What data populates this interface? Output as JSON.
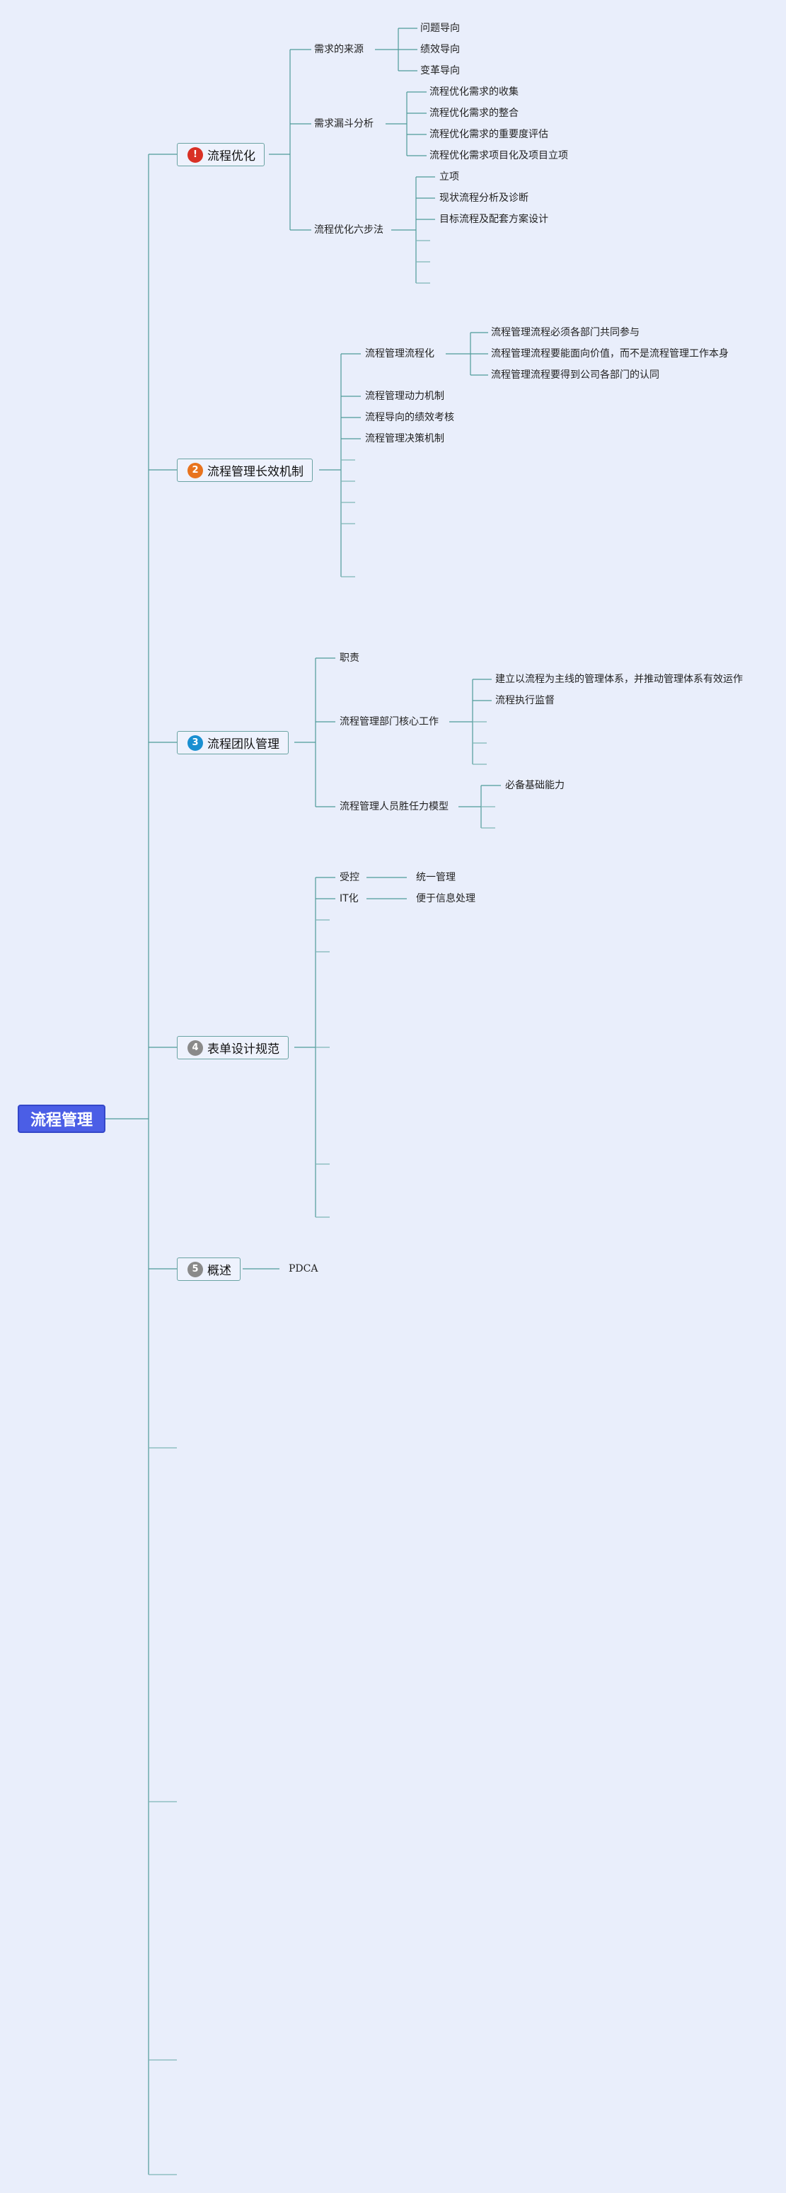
{
  "root": {
    "label": "流程管理"
  },
  "topics": [
    {
      "label": "流程优化",
      "badge": "!",
      "badge_color": "#d93025"
    },
    {
      "label": "流程管理长效机制",
      "badge": "2",
      "badge_color": "#e8731e"
    },
    {
      "label": "流程团队管理",
      "badge": "3",
      "badge_color": "#1a8fd1"
    },
    {
      "label": "表单设计规范",
      "badge": "4",
      "badge_color": "#8a8a8a"
    },
    {
      "label": "概述",
      "badge": "5",
      "badge_color": "#8a8a8a"
    }
  ],
  "t1": {
    "subs": [
      "需求的来源",
      "需求漏斗分析",
      "流程优化六步法"
    ],
    "source_leaves": [
      "问题导向",
      "绩效导向",
      "变革导向"
    ],
    "funnel_leaves": [
      "流程优化需求的收集",
      "流程优化需求的整合",
      "流程优化需求的重要度评估",
      "流程优化需求项目化及项目立项"
    ],
    "six_leaves": [
      "立项",
      "现状流程分析及诊断",
      "目标流程及配套方案设计"
    ]
  },
  "t2": {
    "subs": [
      "流程管理流程化",
      "流程管理动力机制",
      "流程导向的绩效考核",
      "流程管理决策机制"
    ],
    "flow_leaves": [
      "流程管理流程必须各部门共同参与",
      "流程管理流程要能面向价值，而不是流程管理工作本身",
      "流程管理流程要得到公司各部门的认同"
    ]
  },
  "t3": {
    "subs": [
      "职责",
      "流程管理部门核心工作",
      "流程管理人员胜任力模型"
    ],
    "core_leaves": [
      "建立以流程为主线的管理体系，并推动管理体系有效运作",
      "流程执行监督"
    ],
    "model_leaves": [
      "必备基础能力"
    ]
  },
  "t4": {
    "subs": [
      "受控",
      "IT化"
    ],
    "leaves": [
      "统一管理",
      "便于信息处理"
    ]
  },
  "t5": {
    "leaf": "PDCA"
  },
  "colors": {
    "background": "#e9eefb",
    "line": "#4f9a9a",
    "root_fill": "#4b5ee6",
    "topic_border": "#6aa3a3"
  }
}
